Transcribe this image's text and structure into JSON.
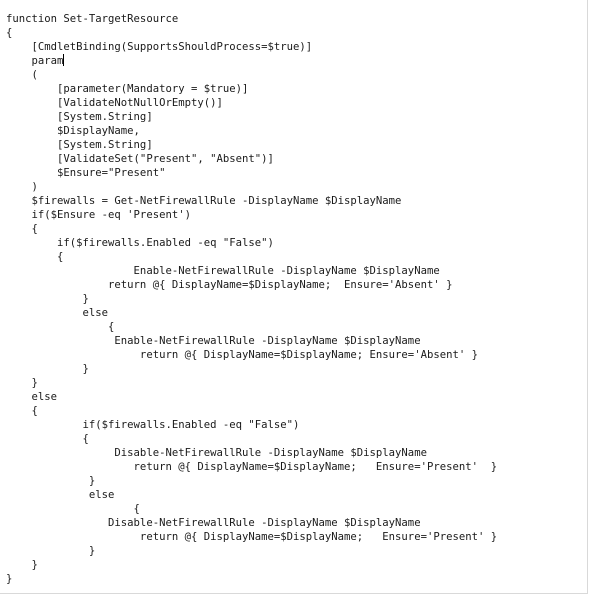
{
  "editor": {
    "caret_line": 3,
    "lines": [
      "function Set-TargetResource",
      "{",
      "    [CmdletBinding(SupportsShouldProcess=$true)]",
      "    param",
      "    (",
      "        [parameter(Mandatory = $true)]",
      "        [ValidateNotNullOrEmpty()]",
      "        [System.String]",
      "        $DisplayName,",
      "        [System.String]",
      "        [ValidateSet(\"Present\", \"Absent\")]",
      "        $Ensure=\"Present\"",
      "    )",
      "    $firewalls = Get-NetFirewallRule -DisplayName $DisplayName",
      "    if($Ensure -eq 'Present')",
      "    {",
      "        if($firewalls.Enabled -eq \"False\")",
      "        {",
      "                    Enable-NetFirewallRule -DisplayName $DisplayName",
      "                return @{ DisplayName=$DisplayName;  Ensure='Absent' }",
      "            }",
      "            else",
      "                {",
      "                 Enable-NetFirewallRule -DisplayName $DisplayName",
      "                     return @{ DisplayName=$DisplayName; Ensure='Absent' }",
      "            }",
      "    }",
      "    else",
      "    {",
      "            if($firewalls.Enabled -eq \"False\")",
      "            {",
      "                 Disable-NetFirewallRule -DisplayName $DisplayName",
      "                    return @{ DisplayName=$DisplayName;   Ensure='Present'  }",
      "             }",
      "             else",
      "                    {",
      "                Disable-NetFirewallRule -DisplayName $DisplayName",
      "                     return @{ DisplayName=$DisplayName;   Ensure='Present' }",
      "             }",
      "    }",
      "}"
    ]
  }
}
